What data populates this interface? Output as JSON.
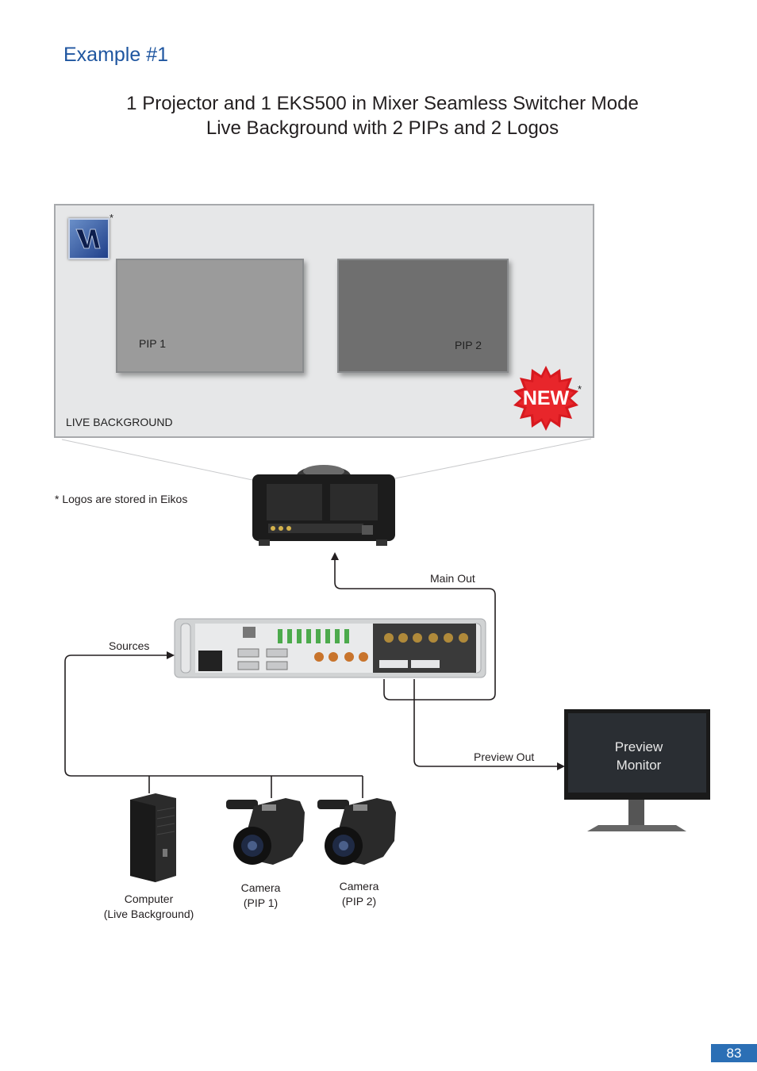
{
  "header": {
    "example_title": "Example #1",
    "heading_line1": "1 Projector and 1 EKS500 in Mixer Seamless Switcher Mode",
    "heading_line2": "Live Background with 2 PIPs and 2 Logos"
  },
  "screen": {
    "pip1_label": "PIP 1",
    "pip2_label": "PIP 2",
    "live_background_label": "LIVE BACKGROUND",
    "logo_asterisk": "*",
    "new_asterisk": "*",
    "new_badge_text": "NEW"
  },
  "notes": {
    "logos_note": "* Logos are stored in Eikos"
  },
  "connections": {
    "main_out": "Main Out",
    "sources": "Sources",
    "preview_out": "Preview Out"
  },
  "monitor": {
    "line1": "Preview",
    "line2": "Monitor"
  },
  "devices": {
    "computer_line1": "Computer",
    "computer_line2": "(Live Background)",
    "camera1_line1": "Camera",
    "camera1_line2": "(PIP 1)",
    "camera2_line1": "Camera",
    "camera2_line2": "(PIP 2)"
  },
  "footer": {
    "page_number": "83"
  },
  "colors": {
    "title_blue": "#1f56a0",
    "badge_red": "#d7191f",
    "page_number_bg": "#2b6fb5"
  }
}
